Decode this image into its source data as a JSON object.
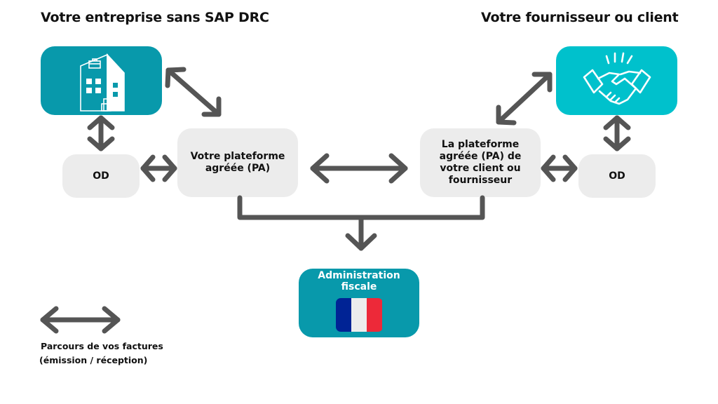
{
  "titles": {
    "left": "Votre entreprise sans SAP DRC",
    "right": "Votre fournisseur ou client"
  },
  "nodes": {
    "company": {
      "label": "",
      "icon": "building-icon",
      "color": "#0899ab"
    },
    "partner": {
      "label": "",
      "icon": "handshake-icon",
      "color": "#00c1cc"
    },
    "od_left": {
      "label": "OD"
    },
    "od_right": {
      "label": "OD"
    },
    "pa_left": {
      "label": "Votre plateforme agréée (PA)"
    },
    "pa_right": {
      "label": "La plateforme agréée (PA) de votre client ou fournisseur"
    },
    "admin": {
      "label": "Administration fiscale",
      "icon": "french-flag-icon",
      "flag_colors": [
        "#002395",
        "#ededed",
        "#ed2939"
      ],
      "color": "#0899ab"
    }
  },
  "edges": [
    {
      "from": "company",
      "to": "pa_left",
      "type": "bidirectional"
    },
    {
      "from": "company",
      "to": "od_left",
      "type": "bidirectional"
    },
    {
      "from": "od_left",
      "to": "pa_left",
      "type": "bidirectional"
    },
    {
      "from": "pa_left",
      "to": "pa_right",
      "type": "bidirectional"
    },
    {
      "from": "pa_right",
      "to": "partner",
      "type": "bidirectional"
    },
    {
      "from": "partner",
      "to": "od_right",
      "type": "bidirectional"
    },
    {
      "from": "pa_right",
      "to": "od_right",
      "type": "bidirectional"
    },
    {
      "from": "pa_left",
      "to": "admin",
      "type": "directed"
    },
    {
      "from": "pa_right",
      "to": "admin",
      "type": "directed"
    }
  ],
  "legend": {
    "icon": "double-arrow-icon",
    "line1": "Parcours de vos factures",
    "line2": "(émission / réception)"
  },
  "colors": {
    "arrow": "#555555",
    "grey_box": "#ececec"
  }
}
